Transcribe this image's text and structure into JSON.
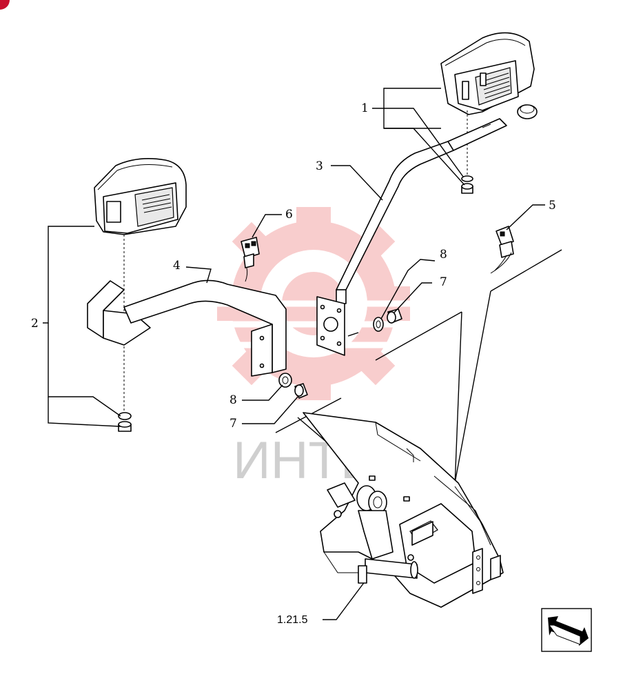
{
  "diagram": {
    "watermark": {
      "text": "ИНТЕХ",
      "color": "#f2a0a0"
    },
    "callouts": {
      "c1": "1",
      "c2": "2",
      "c3": "3",
      "c4": "4",
      "c5": "5",
      "c6": "6",
      "c7a": "7",
      "c7b": "7",
      "c8a": "8",
      "c8b": "8"
    },
    "reference": "1.21.5",
    "nav_icon": "next-page-arrow-icon"
  }
}
